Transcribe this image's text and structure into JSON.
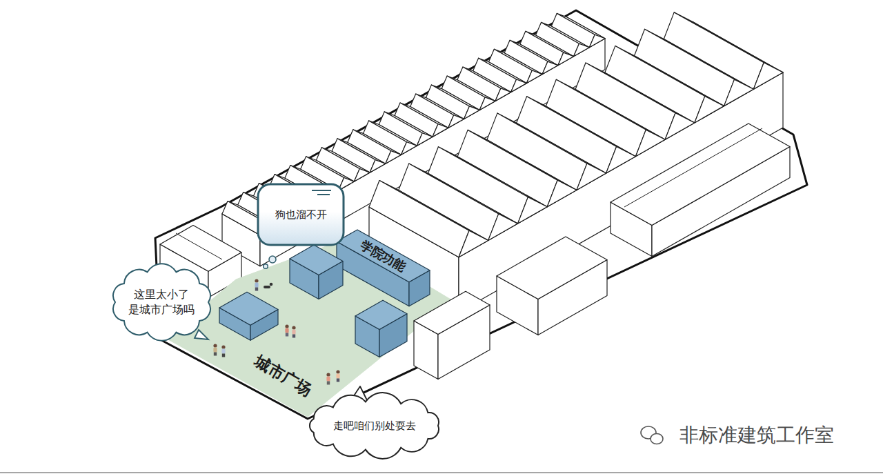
{
  "diagram": {
    "nodes": [
      {
        "text": [
          "狗也溜不开"
        ]
      },
      {
        "text": [
          "学院功能"
        ]
      },
      {
        "text": [
          "这里太小了 是城市广场吗"
        ]
      },
      {
        "text": [
          "城市广场"
        ]
      },
      {
        "text": [
          "走吧咱们别处耍去"
        ]
      }
    ],
    "labels": [
      "非标准建筑工作室"
    ]
  }
}
